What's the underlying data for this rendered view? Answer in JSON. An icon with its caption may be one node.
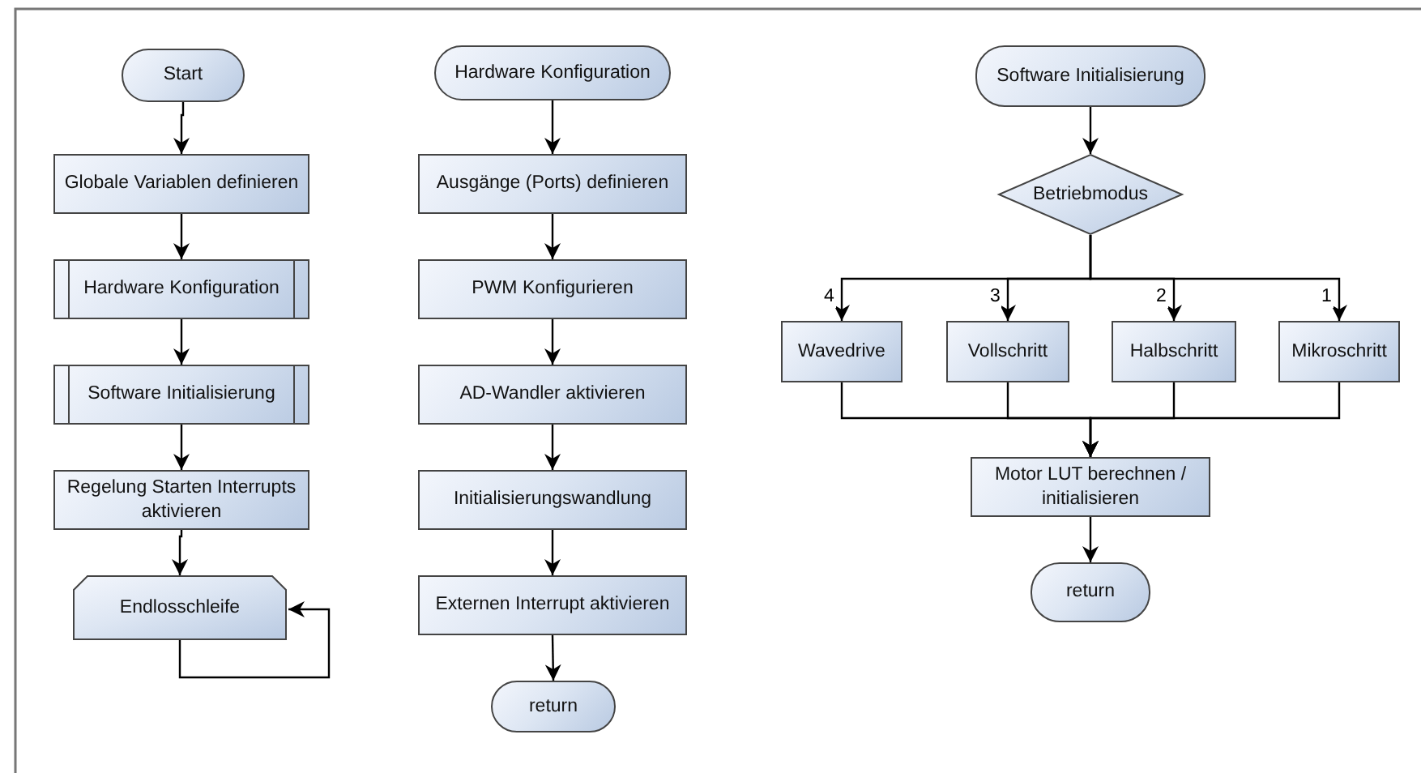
{
  "diagram": {
    "nodes": [
      {
        "text": [
          "Start"
        ]
      },
      {
        "text": [
          "Globale Variablen definieren"
        ]
      },
      {
        "text": [
          "Hardware Konfiguration"
        ]
      },
      {
        "text": [
          "Software Initialisierung"
        ]
      },
      {
        "text": [
          "Regelung Starten Interrupts aktivieren"
        ]
      },
      {
        "text": [
          "Endlosschleife"
        ]
      },
      {
        "text": [
          "Hardware Konfiguration"
        ]
      },
      {
        "text": [
          "Ausgänge (Ports) definieren"
        ]
      },
      {
        "text": [
          "PWM Konfigurieren"
        ]
      },
      {
        "text": [
          "AD-Wandler aktivieren"
        ]
      },
      {
        "text": [
          "Initialisierungswandlung"
        ]
      },
      {
        "text": [
          "Externen Interrupt aktivieren"
        ]
      },
      {
        "text": [
          "return"
        ]
      },
      {
        "text": [
          "Software Initialisierung"
        ]
      },
      {
        "text": [
          "Betriebmodus"
        ]
      },
      {
        "text": [
          "Wavedrive"
        ]
      },
      {
        "text": [
          "Vollschritt"
        ]
      },
      {
        "text": [
          "Halbschritt"
        ]
      },
      {
        "text": [
          "Mikroschritt"
        ]
      },
      {
        "text": [
          "Motor LUT berechnen / initialisieren"
        ]
      },
      {
        "text": [
          "return"
        ]
      }
    ],
    "edges": [
      {
        "from": 0,
        "to": 1,
        "arrow": "to"
      },
      {
        "from": 1,
        "to": 2,
        "arrow": "to"
      },
      {
        "from": 2,
        "to": 3,
        "arrow": "to"
      },
      {
        "from": 3,
        "to": 4,
        "arrow": "to"
      },
      {
        "from": 4,
        "to": 5,
        "arrow": "to"
      },
      {
        "from": 5,
        "to": 5,
        "arrow": "to"
      },
      {
        "from": 6,
        "to": 7,
        "arrow": "to"
      },
      {
        "from": 7,
        "to": 8,
        "arrow": "to"
      },
      {
        "from": 8,
        "to": 9,
        "arrow": "to"
      },
      {
        "from": 9,
        "to": 10,
        "arrow": "to"
      },
      {
        "from": 10,
        "to": 11,
        "arrow": "to"
      },
      {
        "from": 11,
        "to": 12,
        "arrow": "to"
      },
      {
        "from": 13,
        "to": 14,
        "arrow": "to"
      },
      {
        "from": 14,
        "to": 15,
        "arrow": "to",
        "label": "4"
      },
      {
        "from": 14,
        "to": 16,
        "arrow": "to",
        "label": "3"
      },
      {
        "from": 14,
        "to": 17,
        "arrow": "to",
        "label": "2"
      },
      {
        "from": 14,
        "to": 18,
        "arrow": "to",
        "label": "1"
      },
      {
        "from": 15,
        "to": 19,
        "arrow": "to"
      },
      {
        "from": 16,
        "to": 19,
        "arrow": "to"
      },
      {
        "from": 17,
        "to": 19,
        "arrow": "to"
      },
      {
        "from": 18,
        "to": 19,
        "arrow": "to"
      },
      {
        "from": 19,
        "to": 20,
        "arrow": "to"
      }
    ]
  }
}
